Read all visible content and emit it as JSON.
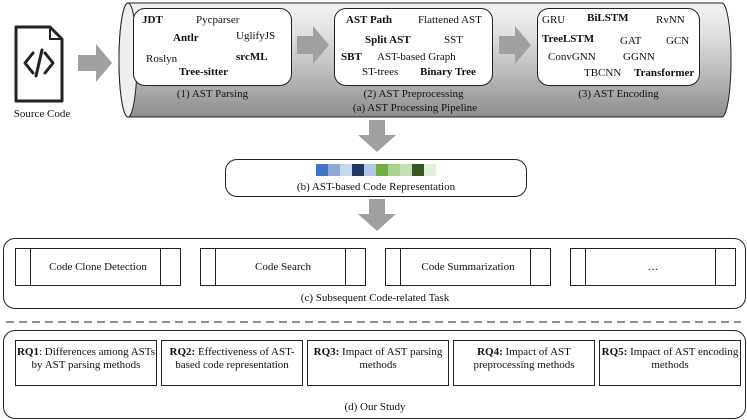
{
  "source": {
    "label": "Source Code",
    "icon": "code-file-icon"
  },
  "pipeline": {
    "title": "(a) AST Processing Pipeline",
    "parsing": {
      "caption": "(1) AST Parsing",
      "items": [
        "JDT",
        "Pycparser",
        "Antlr",
        "UglifyJS",
        "Roslyn",
        "srcML",
        "Tree-sitter"
      ]
    },
    "preprocessing": {
      "caption": "(2) AST Preprocessing",
      "items": [
        "AST Path",
        "Flattened AST",
        "Split AST",
        "SST",
        "SBT",
        "AST-based Graph",
        "ST-trees",
        "Binary Tree"
      ]
    },
    "encoding": {
      "caption": "(3) AST Encoding",
      "items": [
        "GRU",
        "BiLSTM",
        "RvNN",
        "TreeLSTM",
        "GAT",
        "GCN",
        "ConvGNN",
        "GGNN",
        "TBCNN",
        "Transformer"
      ]
    }
  },
  "representation": {
    "caption": "(b) AST-based Code Representation",
    "cell_colors": [
      "#4472c4",
      "#8eaadb",
      "#c9d6ef",
      "#1f3864",
      "#b4c6e7",
      "#70ad47",
      "#a9d18e",
      "#c5e0b4",
      "#375623",
      "#e2efda"
    ]
  },
  "tasks": {
    "caption": "(c) Subsequent Code-related Task",
    "items": [
      "Code Clone Detection",
      "Code Search",
      "Code Summarization",
      "…"
    ]
  },
  "study": {
    "caption": "(d) Our Study",
    "rqs": [
      {
        "id": "RQ1",
        "sep": ": ",
        "text": "Differences among ASTs by AST parsing methods"
      },
      {
        "id": "RQ2:",
        "sep": " ",
        "text": "Effectiveness of AST-based code representation"
      },
      {
        "id": "RQ3:",
        "sep": " ",
        "text": "Impact of AST parsing methods"
      },
      {
        "id": "RQ4:",
        "sep": " ",
        "text": "Impact of AST preprocessing methods"
      },
      {
        "id": "RQ5:",
        "sep": " ",
        "text": "Impact of AST encoding methods"
      }
    ]
  }
}
